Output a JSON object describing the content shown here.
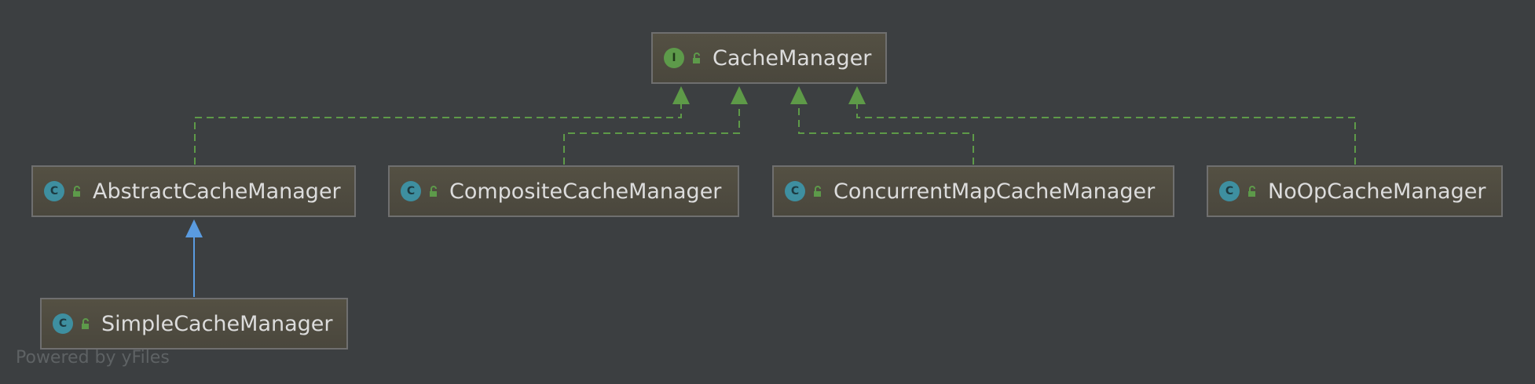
{
  "diagram": {
    "nodes": {
      "cache_manager": {
        "label": "CacheManager",
        "kind": "interface",
        "badge": "I"
      },
      "abstract_cache_manager": {
        "label": "AbstractCacheManager",
        "kind": "abstract-class",
        "badge": "C"
      },
      "composite_cache_manager": {
        "label": "CompositeCacheManager",
        "kind": "class",
        "badge": "C"
      },
      "concurrent_map_cache_manager": {
        "label": "ConcurrentMapCacheManager",
        "kind": "class",
        "badge": "C"
      },
      "noop_cache_manager": {
        "label": "NoOpCacheManager",
        "kind": "class",
        "badge": "C"
      },
      "simple_cache_manager": {
        "label": "SimpleCacheManager",
        "kind": "class",
        "badge": "C"
      }
    },
    "edges": [
      {
        "from": "abstract_cache_manager",
        "to": "cache_manager",
        "type": "implements"
      },
      {
        "from": "composite_cache_manager",
        "to": "cache_manager",
        "type": "implements"
      },
      {
        "from": "concurrent_map_cache_manager",
        "to": "cache_manager",
        "type": "implements"
      },
      {
        "from": "noop_cache_manager",
        "to": "cache_manager",
        "type": "implements"
      },
      {
        "from": "simple_cache_manager",
        "to": "abstract_cache_manager",
        "type": "extends"
      }
    ],
    "colors": {
      "background": "#3c3f41",
      "implements_edge": "#5e9a48",
      "extends_edge": "#5a9be0",
      "class_badge": "#3e8fa0",
      "interface_badge": "#5d9a4a"
    }
  },
  "footer": {
    "text": "Powered by yFiles"
  }
}
